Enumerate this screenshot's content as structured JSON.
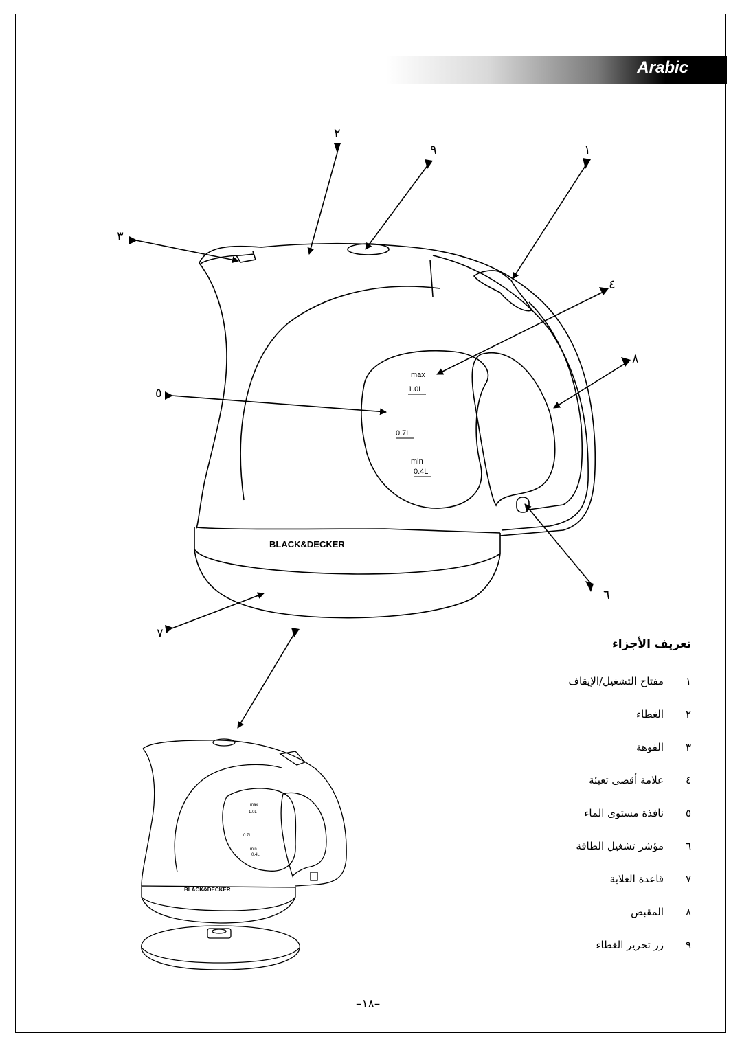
{
  "header": {
    "language_label": "Arabic"
  },
  "brand": {
    "name": "BLACK&DECKER"
  },
  "gauge": {
    "max": "max",
    "full": "1.0L",
    "mid": "0.7L",
    "min": "min",
    "low": "0.4L"
  },
  "callouts": [
    "١",
    "٢",
    "٣",
    "٤",
    "٥",
    "٦",
    "٧",
    "٨",
    "٩"
  ],
  "parts": {
    "title": "تعريف الأجزاء",
    "items": [
      {
        "num": "١",
        "label": "مفتاح التشغيل/الإيقاف"
      },
      {
        "num": "٢",
        "label": "الغطاء"
      },
      {
        "num": "٣",
        "label": "الفوهة"
      },
      {
        "num": "٤",
        "label": "علامة أقصى تعبئة"
      },
      {
        "num": "٥",
        "label": "نافذة مستوى الماء"
      },
      {
        "num": "٦",
        "label": "مؤشر تشغيل الطاقة"
      },
      {
        "num": "٧",
        "label": "قاعدة الغلاية"
      },
      {
        "num": "٨",
        "label": "المقبض"
      },
      {
        "num": "٩",
        "label": "زر تحرير الغطاء"
      }
    ]
  },
  "footer": {
    "page": "–١٨–"
  }
}
